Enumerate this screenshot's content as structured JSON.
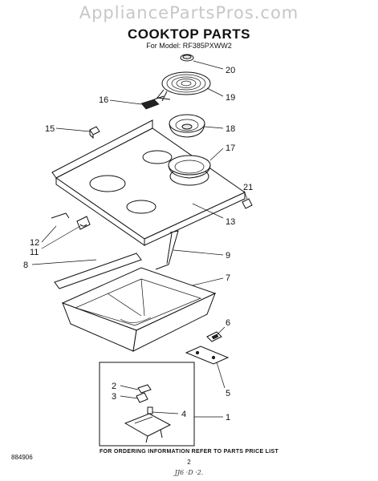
{
  "watermark": "AppliancePartsPros.com",
  "title": "COOKTOP PARTS",
  "subtitle": "For Model: RF385PXWW2",
  "ref_code": "884906",
  "ordering_note": "FOR ORDERING INFORMATION REFER TO PARTS PRICE LIST",
  "page_number": "2",
  "date_mark": "JJ6 ·D ·2.",
  "callouts": {
    "c20": "20",
    "c19": "19",
    "c16": "16",
    "c18": "18",
    "c15": "15",
    "c17": "17",
    "c21": "21",
    "c13": "13",
    "c12": "12",
    "c11": "11",
    "c9": "9",
    "c8": "8",
    "c7": "7",
    "c6": "6",
    "c5": "5",
    "c2": "2",
    "c3": "3",
    "c4": "4",
    "c1": "1"
  }
}
